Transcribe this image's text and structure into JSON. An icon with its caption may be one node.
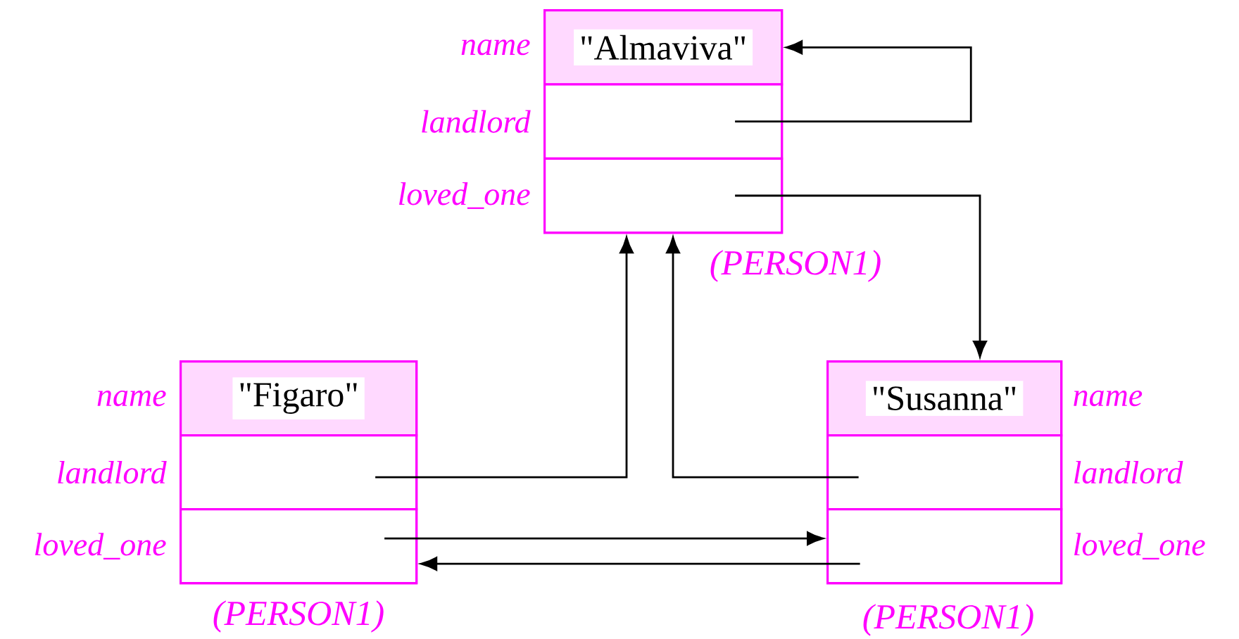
{
  "diagram": {
    "nodes": [
      {
        "text": [],
        "shape": "box",
        "beside": [
          "(*PERSON1*)"
        ]
      },
      {
        "text": [
          "name",
          "\"Almaviva\""
        ],
        "in": 0
      },
      {
        "text": [
          "landlord"
        ],
        "in": 0
      },
      {
        "text": [
          "loved_one"
        ],
        "in": 0
      },
      {
        "text": [],
        "shape": "box",
        "beside": [
          "(*PERSON1*)"
        ]
      },
      {
        "text": [
          "name",
          "\"Figaro\""
        ],
        "in": 4
      },
      {
        "text": [
          "landlord"
        ],
        "in": 4
      },
      {
        "text": [
          "loved_one"
        ],
        "in": 4
      },
      {
        "text": [],
        "shape": "box",
        "beside": [
          "(*PERSON1*)"
        ]
      },
      {
        "text": [
          "\"Susanna\"",
          "name"
        ],
        "in": 8
      },
      {
        "text": [
          "landlord"
        ],
        "in": 8
      },
      {
        "text": [
          "loved_one"
        ],
        "in": 8
      }
    ],
    "edges": [
      {
        "from": 2,
        "to": 1,
        "arrow": "to"
      },
      {
        "from": 3,
        "to": 9,
        "arrow": "to"
      },
      {
        "from": 6,
        "to": 3,
        "arrow": "to"
      },
      {
        "from": 10,
        "to": 3,
        "arrow": "to"
      },
      {
        "from": 7,
        "to": 11,
        "arrow": "to"
      },
      {
        "from": 11,
        "to": 7,
        "arrow": "to"
      }
    ]
  }
}
